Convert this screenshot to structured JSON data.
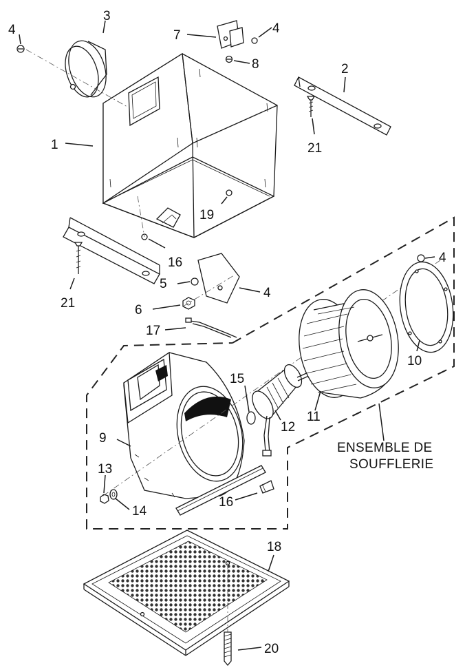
{
  "diagram": {
    "type": "exploded-parts-diagram",
    "assembly_label_line1": "ENSEMBLE DE",
    "assembly_label_line2": "SOUFFLERIE",
    "callouts": [
      {
        "id": "c4a",
        "label": "4"
      },
      {
        "id": "c3",
        "label": "3"
      },
      {
        "id": "c7",
        "label": "7"
      },
      {
        "id": "c4b",
        "label": "4"
      },
      {
        "id": "c8",
        "label": "8"
      },
      {
        "id": "c2",
        "label": "2"
      },
      {
        "id": "c1",
        "label": "1"
      },
      {
        "id": "c21a",
        "label": "21"
      },
      {
        "id": "c19",
        "label": "19"
      },
      {
        "id": "c16a",
        "label": "16"
      },
      {
        "id": "c21b",
        "label": "21"
      },
      {
        "id": "c4c",
        "label": "4"
      },
      {
        "id": "c5",
        "label": "5"
      },
      {
        "id": "c4d",
        "label": "4"
      },
      {
        "id": "c6",
        "label": "6"
      },
      {
        "id": "c17",
        "label": "17"
      },
      {
        "id": "c15",
        "label": "15"
      },
      {
        "id": "c10",
        "label": "10"
      },
      {
        "id": "c9",
        "label": "9"
      },
      {
        "id": "c12",
        "label": "12"
      },
      {
        "id": "c11",
        "label": "11"
      },
      {
        "id": "c13",
        "label": "13"
      },
      {
        "id": "c14",
        "label": "14"
      },
      {
        "id": "c16b",
        "label": "16"
      },
      {
        "id": "c18",
        "label": "18"
      },
      {
        "id": "c20",
        "label": "20"
      }
    ]
  }
}
